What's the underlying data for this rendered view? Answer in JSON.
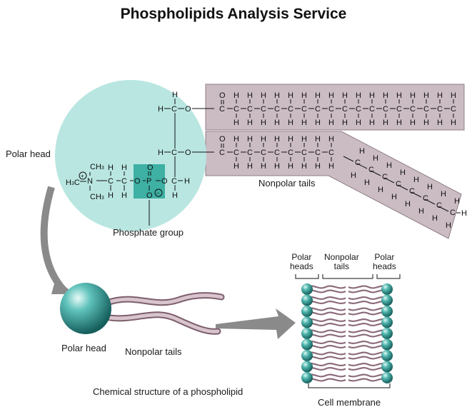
{
  "title": "Phospholipids Analysis Service",
  "labels": {
    "polar_head_top": "Polar head",
    "nonpolar_tails_top": "Nonpolar tails",
    "phosphate_group": "Phosphate group",
    "polar_head_bottom": "Polar head",
    "nonpolar_tails_bottom": "Nonpolar tails",
    "caption": "Chemical structure of a phospholipid",
    "cell_membrane": "Cell membrane",
    "polar_heads_left": "Polar\nheads",
    "nonpolar_tails_mid": "Nonpolar\ntails",
    "polar_heads_right": "Polar\nheads"
  },
  "colors": {
    "head_circle": "#b8e6e2",
    "phosphate_box": "#43b3a7",
    "tail_band": "#c9b8c0",
    "tail_line": "#9b7a89",
    "sphere": "#2f8f8c"
  }
}
